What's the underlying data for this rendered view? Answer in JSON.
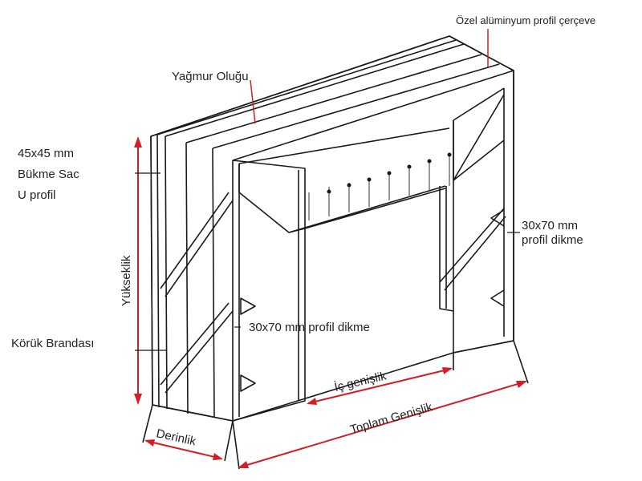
{
  "labels": {
    "frame_top": "Özel alüminyum profil çerçeve",
    "rain_gutter": "Yağmur Oluğu",
    "u_profile_line1": "45x45 mm",
    "u_profile_line2": "Bükme Sac",
    "u_profile_line3": "U profil",
    "height": "Yükseklik",
    "bellows_tarp": "Körük Brandası",
    "depth": "Derinlik",
    "post_center": "30x70 mm profil dikme",
    "post_right_line1": "30x70 mm",
    "post_right_line2": "profil dikme",
    "inner_width": "İç genişlik",
    "total_width": "Toplam Genişlik"
  },
  "colors": {
    "dimension": "#d21f26",
    "outline": "#1a1a1a",
    "background": "#ffffff"
  }
}
